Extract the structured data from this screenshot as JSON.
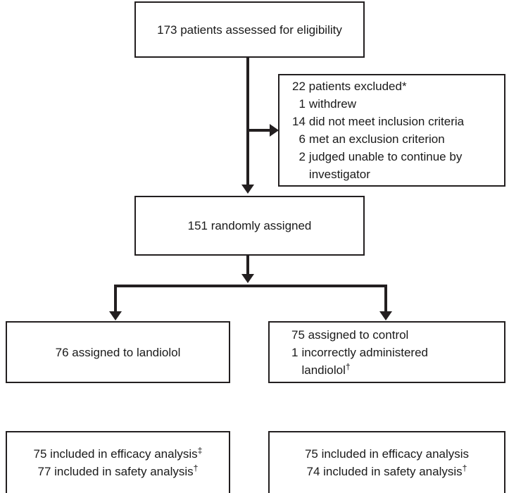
{
  "diagram": {
    "type": "consort-flow-diagram",
    "colors": {
      "stroke": "#231f20",
      "text": "#1a1a1a",
      "background": "#ffffff"
    },
    "nodes": {
      "enrollment": {
        "label": "173 patients assessed for eligibility"
      },
      "excluded": {
        "heading": "22 patients excluded*",
        "items": [
          {
            "count": "1",
            "reason": "withdrew"
          },
          {
            "count": "14",
            "reason": "did not meet inclusion criteria"
          },
          {
            "count": "6",
            "reason": "met an exclusion criterion"
          },
          {
            "count": "2",
            "reason": "judged unable to continue by\ninvestigator"
          }
        ]
      },
      "randomized": {
        "label": "151 randomly assigned"
      },
      "allocation_left": {
        "line1": "76 assigned to landiolol"
      },
      "allocation_right": {
        "line1": "75 assigned to control",
        "line2_count": "1",
        "line2_reason": "incorrectly administered\nlandiolol",
        "line2_footnote": "†"
      },
      "analysis_left": {
        "line1_text": "75 included in efficacy analysis",
        "line1_footnote": "‡",
        "line2_text": "77 included in safety analysis",
        "line2_footnote": "†"
      },
      "analysis_right": {
        "line1_text": "75 included in efficacy analysis",
        "line1_footnote": "",
        "line2_text": "74 included in safety analysis",
        "line2_footnote": "†"
      }
    }
  }
}
